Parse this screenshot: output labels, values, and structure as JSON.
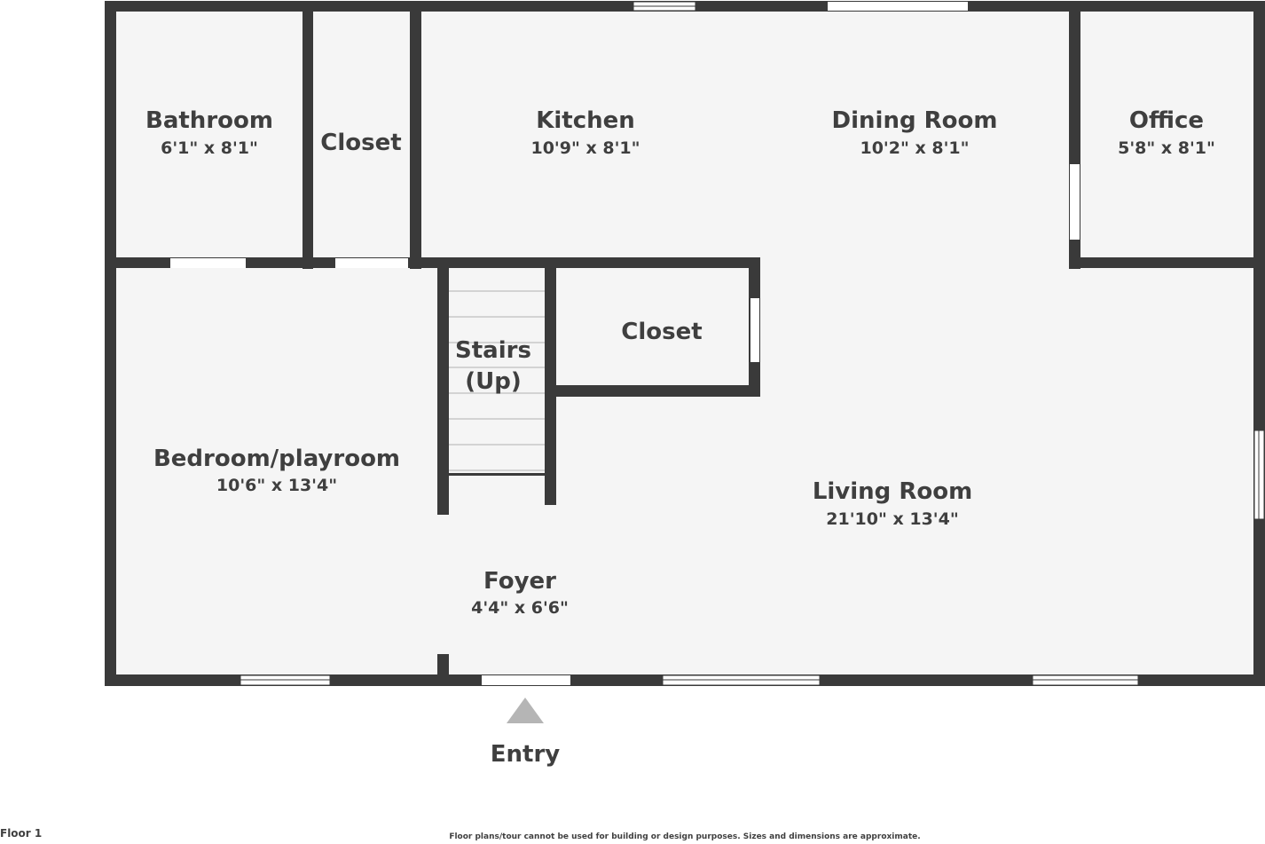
{
  "plan": {
    "floor_label": "Floor 1",
    "disclaimer": "Floor plans/tour cannot be used for building or design purposes. Sizes and dimensions are approximate.",
    "entry_label": "Entry",
    "colors": {
      "wall": "#3a3a3a",
      "floor": "#f5f5f5",
      "opening": "#ffffff",
      "entry_marker": "#b5b5b5"
    }
  },
  "rooms": {
    "bathroom": {
      "name": "Bathroom",
      "dims": "6'1\" x 8'1\""
    },
    "closet_top": {
      "name": "Closet"
    },
    "kitchen": {
      "name": "Kitchen",
      "dims": "10'9\" x 8'1\""
    },
    "dining_room": {
      "name": "Dining Room",
      "dims": "10'2\" x 8'1\""
    },
    "office": {
      "name": "Office",
      "dims": "5'8\" x 8'1\""
    },
    "stairs": {
      "name_line1": "Stairs",
      "name_line2": "(Up)"
    },
    "closet_middle": {
      "name": "Closet"
    },
    "bedroom": {
      "name": "Bedroom/playroom",
      "dims": "10'6\" x 13'4\""
    },
    "living_room": {
      "name": "Living Room",
      "dims": "21'10\" x 13'4\""
    },
    "foyer": {
      "name": "Foyer",
      "dims": "4'4\" x 6'6\""
    }
  }
}
